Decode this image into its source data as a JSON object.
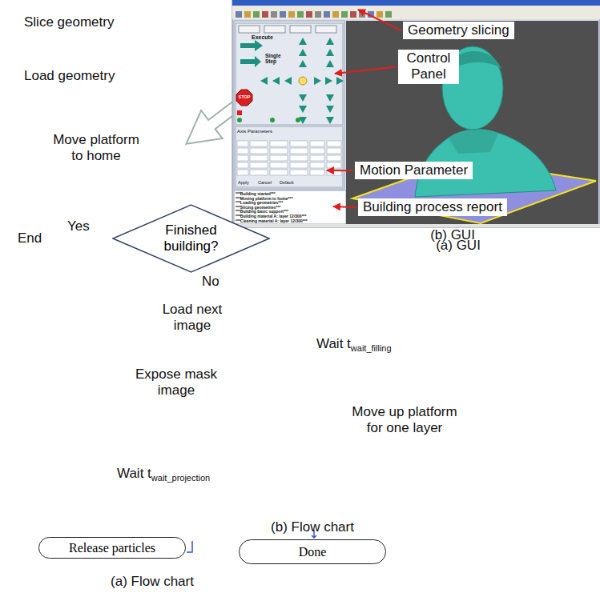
{
  "diagram": {
    "nodes": [
      {
        "text": [
          "Geometry slicing"
        ]
      },
      {
        "text": [
          "Control Panel"
        ]
      },
      {
        "text": [
          "Motion Parameter"
        ]
      },
      {
        "text": [
          "Building process report"
        ]
      },
      {
        "text": [
          "Finished building?"
        ]
      },
      {
        "text": [
          "Release particles"
        ]
      },
      {
        "text": [
          "Done"
        ]
      }
    ],
    "labels": [
      "Slice geometry",
      "Load geometry",
      "Move platform to home",
      "Yes",
      "End",
      "No",
      "Load next image",
      "Wait t",
      "wait_filling",
      "Expose mask image",
      "Move up platform for one layer",
      "Wait t",
      "wait_projection",
      "(b) Flow chart",
      "(a) Flow chart",
      "(b) GUI",
      "(a) GUI",
      "Execute",
      "Single",
      "Step",
      "STOP",
      "Axis Parameters",
      "Apply",
      "Cancel",
      "Default",
      "***Building started***",
      "***Moving platform to home***",
      "***Loading geometries***",
      "***Slicing geometries***",
      "***Building basic support***",
      "***Building material A: layer 12/300***",
      "***Cleaning material A: layer 12/300***"
    ]
  }
}
